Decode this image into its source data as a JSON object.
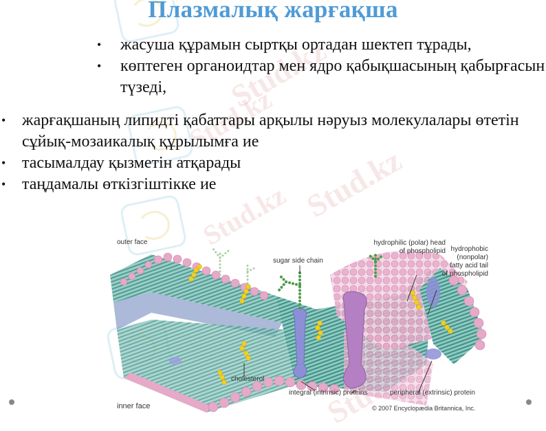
{
  "slide": {
    "title": "Плазмалық жарғақша",
    "intro_bullets": [
      {
        "text": "жасуша құрамын сыртқы ортадан шектеп тұрады,"
      },
      {
        "text": "көптеген органоидтар мен ядро қабықшасының қабырғасын түзеді,"
      }
    ],
    "main_bullets": [
      {
        "text": "жарғақшаның липидті қабаттары арқылы нәруыз молекулалары өтетін сұйық-мозаикалық құрылымға ие"
      },
      {
        "text": "тасымалдау қызметін атқарады"
      },
      {
        "text": "таңдамалы өткізгіштікке ие"
      }
    ],
    "bullet_glyph": "•"
  },
  "diagram": {
    "labels": {
      "outer_face": "outer face",
      "inner_face": "inner face",
      "sugar_side_chain": "sugar side chain",
      "hydrophilic_head_1": "hydrophilic (polar) head",
      "hydrophilic_head_2": "of phospholipid",
      "hydrophobic_1": "hydrophobic",
      "hydrophobic_2": "(nonpolar)",
      "hydrophobic_3": "fatty acid tail",
      "hydrophobic_4": "of phospholipid",
      "cholesterol": "cholesterol",
      "integral_proteins": "integral (intrinsic) proteins",
      "peripheral_protein": "peripheral (extrinsic) protein",
      "copyright": "© 2007 Encyclopædia Britannica, Inc."
    },
    "colors": {
      "head": "#e6a9c8",
      "tail": "#6fb8ad",
      "cholesterol": "#f2cf1f",
      "sugar": "#4e9b4a",
      "protein_blue": "#8c8fd6",
      "protein_purple": "#b57fc4"
    }
  },
  "watermark": {
    "text": "Stud.kz"
  },
  "colors": {
    "title": "#4f9bd6",
    "text": "#111111",
    "nav_dot": "#888888"
  }
}
